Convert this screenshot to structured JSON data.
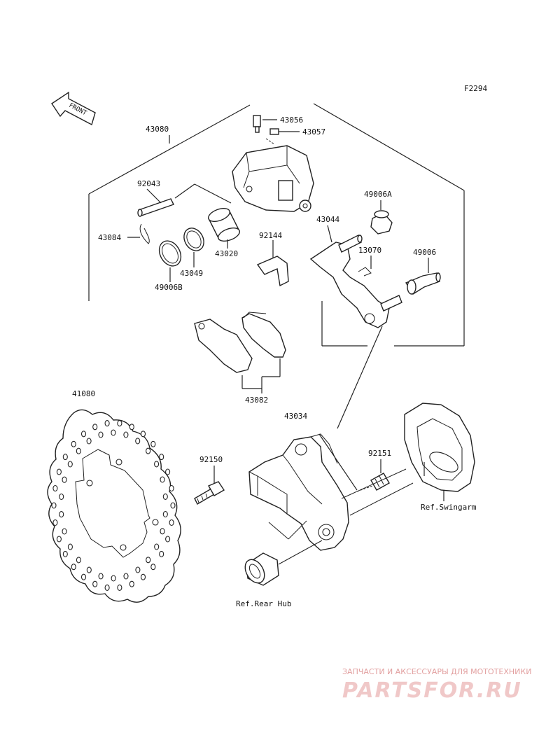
{
  "diagram_code": "F2294",
  "front_arrow": "FRONT",
  "parts": {
    "p43080": "43080",
    "p43056": "43056",
    "p43057": "43057",
    "p92043": "92043",
    "p43084": "43084",
    "p43020": "43020",
    "p43049": "43049",
    "p49006B": "49006B",
    "p92144": "92144",
    "p43044": "43044",
    "p49006A": "49006A",
    "p13070": "13070",
    "p49006": "49006",
    "p43082": "43082",
    "p41080": "41080",
    "p43034": "43034",
    "p92150": "92150",
    "p92151": "92151"
  },
  "refs": {
    "swingarm": "Ref.Swingarm",
    "rear_hub": "Ref.Rear Hub"
  },
  "watermark": {
    "caption": "ЗАПЧАСТИ И АКСЕССУАРЫ ДЛЯ МОТОТЕХНИКИ",
    "brand": "PARTSFOR.RU"
  },
  "colors": {
    "line": "#222222",
    "watermark": "#f0c8c8"
  }
}
